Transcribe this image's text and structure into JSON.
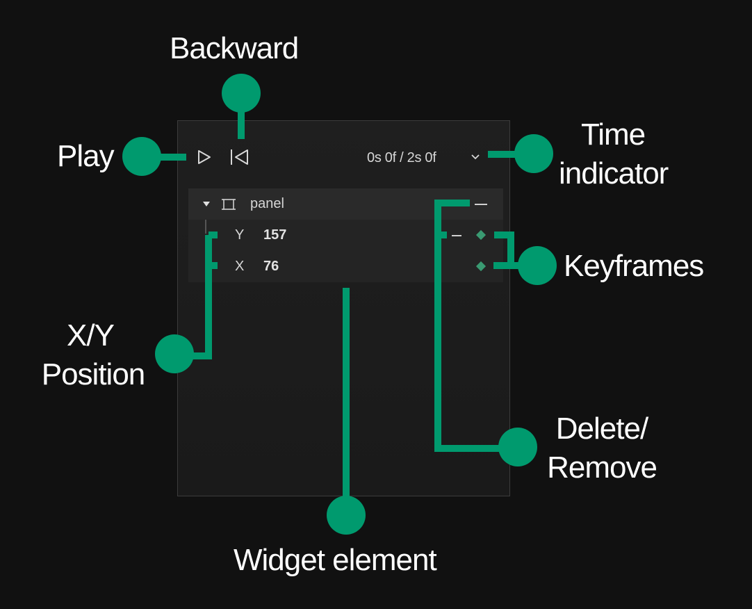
{
  "toolbar": {
    "time_indicator": "0s 0f / 2s 0f"
  },
  "tree": {
    "panel_label": "panel",
    "rows": [
      {
        "axis": "Y",
        "value": "157"
      },
      {
        "axis": "X",
        "value": "76"
      }
    ]
  },
  "callouts": {
    "backward": "Backward",
    "play": "Play",
    "time_line1": "Time",
    "time_line2": "indicator",
    "keyframes": "Keyframes",
    "xy_line1": "X/Y",
    "xy_line2": "Position",
    "delete_line1": "Delete/",
    "delete_line2": "Remove",
    "widget": "Widget element"
  },
  "colors": {
    "background": "#111111",
    "callout_green": "#009A6E",
    "keyframe_diamond": "#3a9a72",
    "panel_bg": "#1d1d1d"
  },
  "icons": [
    "play-icon",
    "skip-backward-icon",
    "chevron-down-icon",
    "caret-down-icon",
    "frame-icon",
    "keyframe-icon",
    "remove-icon"
  ]
}
